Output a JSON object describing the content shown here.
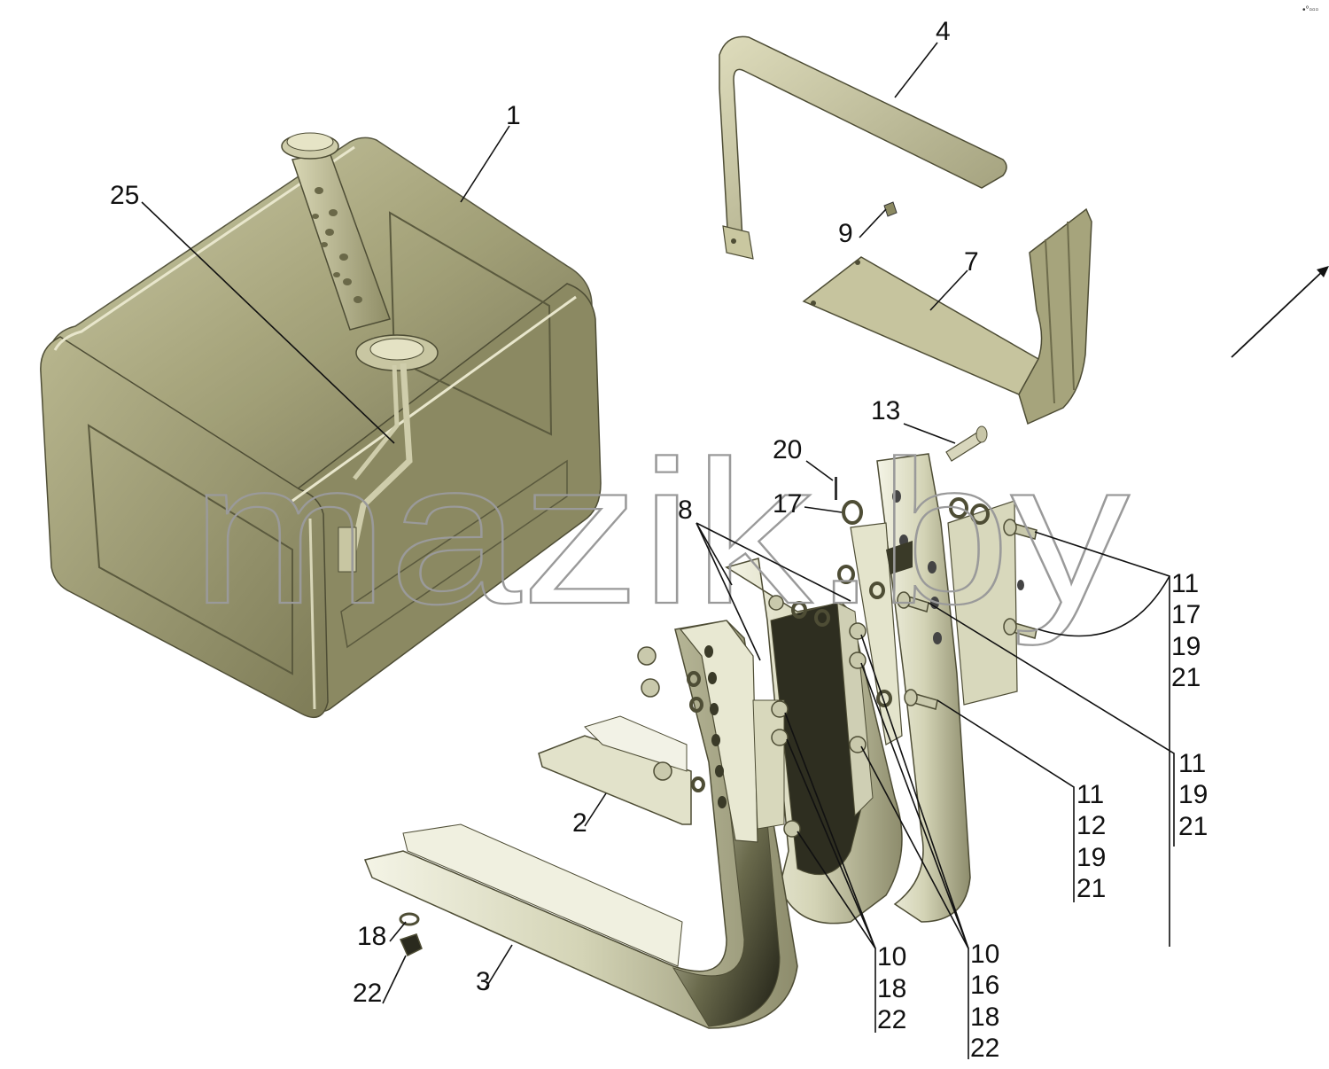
{
  "watermark": "mazik.by",
  "corner_mark": "•°▫▫▫",
  "labels": {
    "l1": "1",
    "l25": "25",
    "l4": "4",
    "l9": "9",
    "l7": "7",
    "l13": "13",
    "l20": "20",
    "l17": "17",
    "l8": "8",
    "l2": "2",
    "l3": "3",
    "l18": "18",
    "l22": "22",
    "g11a": [
      "11",
      "17",
      "19",
      "21"
    ],
    "g11b": [
      "11",
      "19",
      "21"
    ],
    "g11c": [
      "11",
      "12",
      "19",
      "21"
    ],
    "g10a": [
      "10",
      "18",
      "22"
    ],
    "g10b": [
      "10",
      "16",
      "18",
      "22"
    ]
  },
  "colors": {
    "tank": "#a8a67a",
    "tank_dark": "#6f6d4c",
    "bracket": "#dcdcc0",
    "bracket_shade": "#3b3b28",
    "strap": "#c9c8a0"
  }
}
